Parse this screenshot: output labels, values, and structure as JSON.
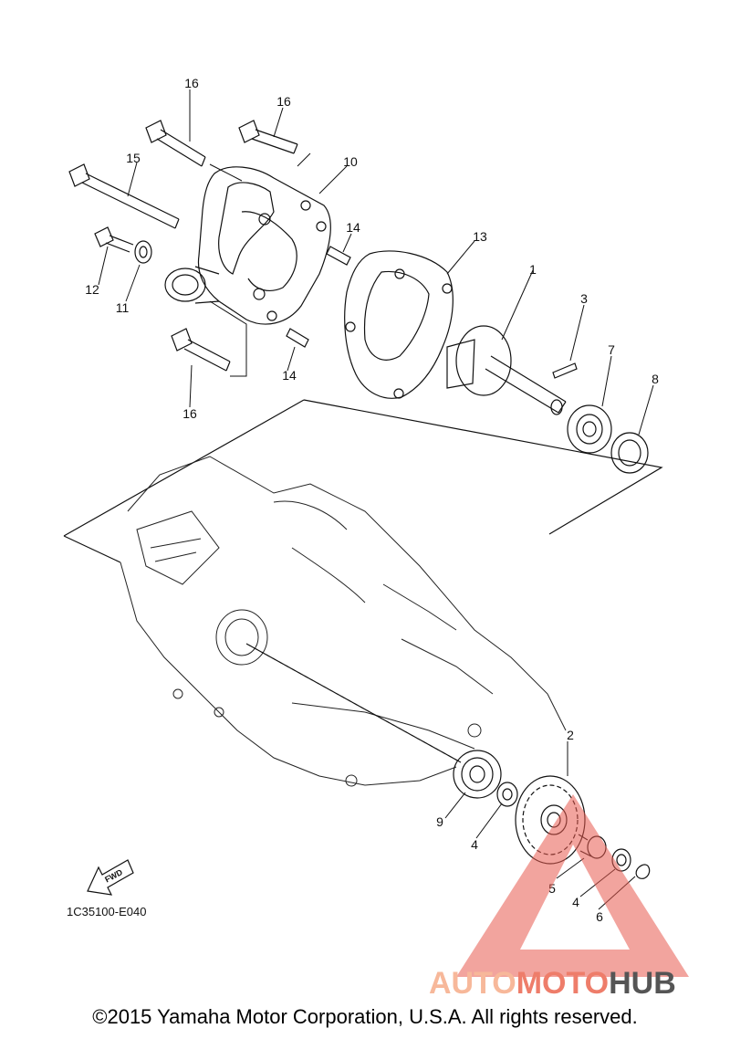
{
  "diagram": {
    "callouts": [
      "1",
      "2",
      "3",
      "4",
      "4",
      "5",
      "6",
      "7",
      "8",
      "9",
      "10",
      "11",
      "12",
      "13",
      "14",
      "14",
      "15",
      "16",
      "16",
      "16"
    ],
    "part_code": "1C35100-E040",
    "fwd_label": "FWD"
  },
  "watermark": {
    "part1": "AUTO",
    "part2": "MOTO",
    "part3": "HUB",
    "colors": {
      "auto": "#f7b89a",
      "moto": "#ee7d6a",
      "hub": "#555555",
      "triangle": "#e85a4f"
    }
  },
  "footer": {
    "copyright": "©2015 Yamaha Motor Corporation, U.S.A. All rights reserved."
  }
}
